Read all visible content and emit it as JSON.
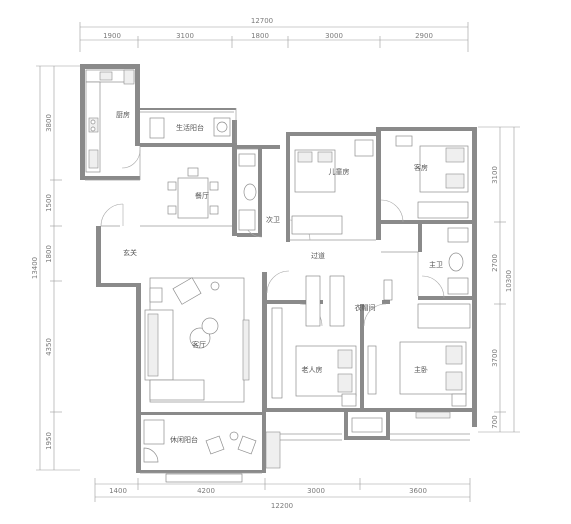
{
  "dimensions": {
    "top_total": "12700",
    "top_segments": [
      "1900",
      "3100",
      "1800",
      "3000",
      "2900"
    ],
    "bottom_total": "12200",
    "bottom_segments": [
      "1400",
      "4200",
      "3000",
      "3600"
    ],
    "left_total": "13400",
    "left_segments": [
      "3800",
      "1500",
      "1800",
      "4350",
      "1950"
    ],
    "right_total": "10300",
    "right_segments": [
      "3100",
      "2700",
      "3700",
      "700"
    ]
  },
  "rooms": {
    "kitchen": "厨房",
    "service_balcony": "生活阳台",
    "children_room": "儿童房",
    "guest_room": "客房",
    "dining": "餐厅",
    "second_bath": "次卫",
    "corridor": "过道",
    "master_bath": "主卫",
    "entrance": "玄关",
    "cloakroom": "衣帽间",
    "living": "客厅",
    "elder_room": "老人房",
    "master_bedroom": "主卧",
    "leisure_balcony": "休闲阳台"
  },
  "colors": {
    "wall": "#8a8a8a",
    "dimension_text": "#7a7a7a",
    "room_text": "#555555"
  }
}
